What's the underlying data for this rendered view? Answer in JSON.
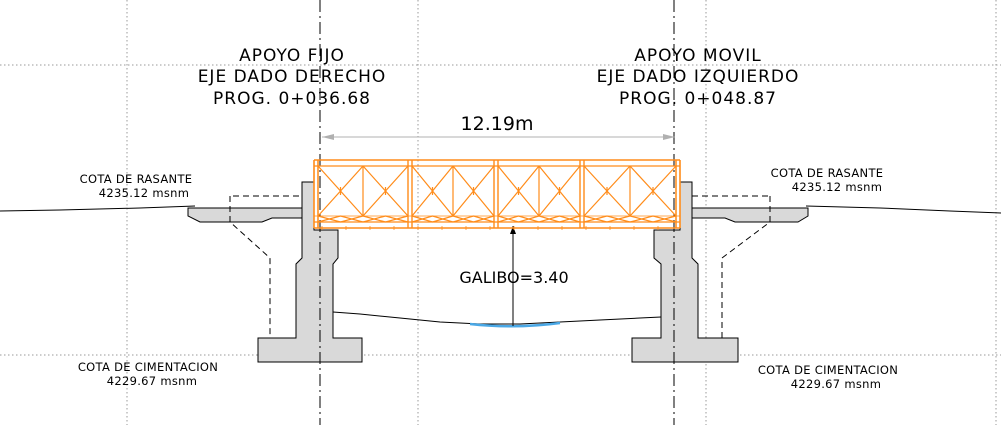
{
  "colors": {
    "truss": "#ff8c1a",
    "water": "#4aa8e6",
    "concrete": "#d9d9d9",
    "grid": "#9a9a9a",
    "dimension": "#b0b0b0"
  },
  "left_support": {
    "line1": "APOYO FIJO",
    "line2": "EJE DADO DERECHO",
    "line3": "PROG. 0+036.68"
  },
  "right_support": {
    "line1": "APOYO MOVIL",
    "line2": "EJE DADO IZQUIERDO",
    "line3": "PROG. 0+048.87"
  },
  "span": "12.19m",
  "clearance": "GALIBO=3.40",
  "left_rasante": {
    "label": "COTA DE RASANTE",
    "value": "4235.12 msnm"
  },
  "right_rasante": {
    "label": "COTA DE RASANTE",
    "value": "4235.12 msnm"
  },
  "left_cimentacion": {
    "label": "COTA DE CIMENTACION",
    "value": "4229.67  msnm"
  },
  "right_cimentacion": {
    "label": "COTA DE CIMENTACION",
    "value": "4229.67 msnm"
  }
}
